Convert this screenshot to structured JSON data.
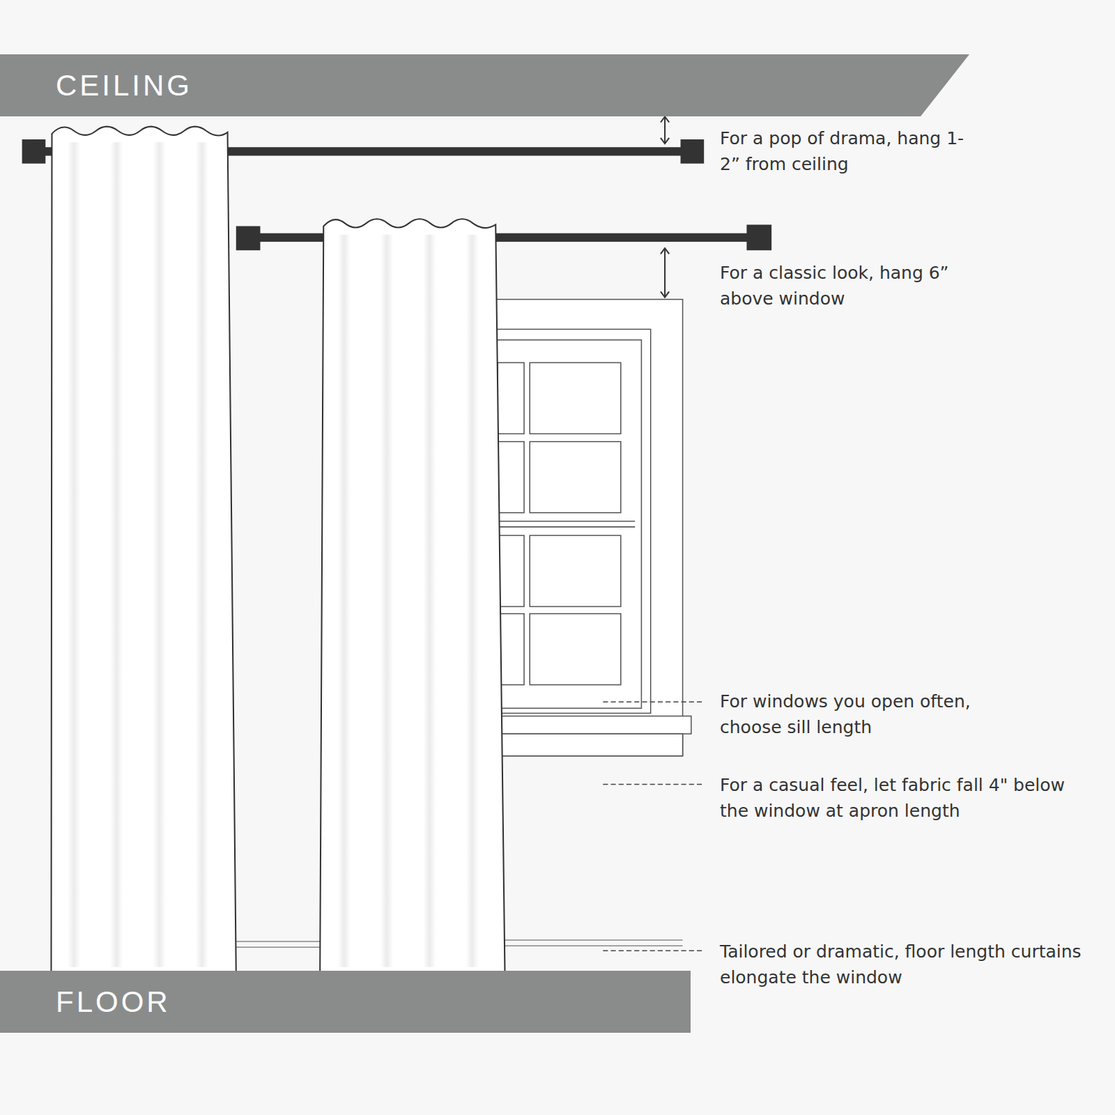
{
  "diagram": {
    "nodes": [
      {
        "text": [
          "CEILING"
        ]
      },
      {
        "text": [
          "FLOOR"
        ]
      }
    ],
    "labels": [
      "For a pop of drama, hang 1-2” from ceiling",
      "For a classic look, hang 6” above window",
      "For windows you open often, choose sill length",
      "For a casual feel, let fabric fall 4\" below the window at apron length",
      "Tailored or dramatic, floor length curtains elongate the window"
    ]
  }
}
